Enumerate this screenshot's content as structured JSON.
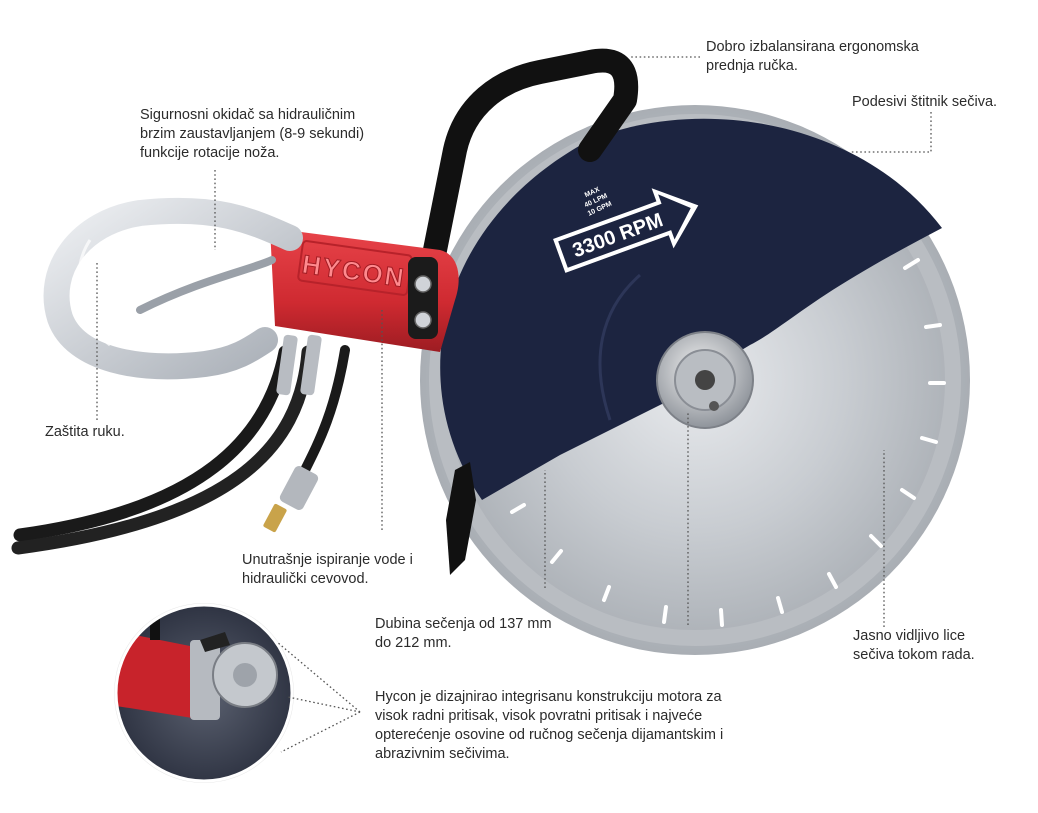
{
  "product": {
    "brand_text": "HYCON",
    "guard_arrow": {
      "rpm_text": "3300 RPM",
      "max_line": "MAX",
      "lpm_line": "40 LPM",
      "gpm_line": "10 GPM"
    }
  },
  "colors": {
    "motor_housing": "#d52b32",
    "blade_guard": "#1c2440",
    "blade": "#c9ccd0",
    "hose": "#1a1a1a",
    "handle": "#c7ccd2",
    "text": "#2b2b2b"
  },
  "callouts": {
    "front_handle": "Dobro izbalansirana ergonomska\nprednja ručka.",
    "trigger": "Sigurnosni okidač sa hidrauličnim\nbrzim zaustavljanjem (8-9 sekundi)\nfunkcije rotacije noža.",
    "blade_guard": "Podesivi štitnik sečiva.",
    "hand_guard": "Zaštita ruku.",
    "water_hydraulic": "Unutrašnje ispiranje vode i\nhidraulički cevovod.",
    "cut_depth": "Dubina sečenja od 137 mm\ndo 212 mm.",
    "blade_face": "Jasno vidljivo lice\nsečiva tokom rada.",
    "motor_design": "Hycon je dizajnirao integrisanu konstrukciju motora za\nvisok radni pritisak, visok povratni pritisak i najveće\nopterećenje osovine od ručnog sečenja dijamantskim i\nabrazivnim sečivima."
  }
}
